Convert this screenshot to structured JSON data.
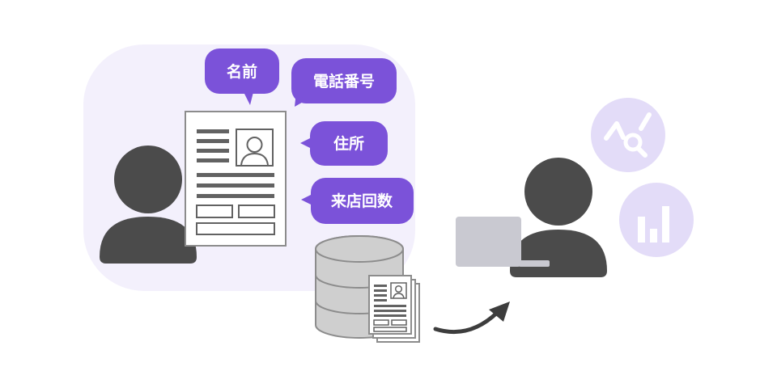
{
  "colors": {
    "accent": "#7b52d9",
    "panel": "#f3f0fc",
    "person": "#4b4b4b",
    "doc_stroke": "#8c8c8c",
    "doc_line": "#626262",
    "db_fill": "#cfcfcf",
    "laptop": "#c9c9d1",
    "icon_circle": "#e3dcf8"
  },
  "bubbles": {
    "name": "名前",
    "phone": "電話番号",
    "address": "住所",
    "visits": "来店回数"
  },
  "icons": {
    "trend_search": "chart-search-icon",
    "bar_chart": "bar-chart-icon",
    "avatar": "avatar-icon",
    "arrow": "curved-arrow-icon"
  }
}
